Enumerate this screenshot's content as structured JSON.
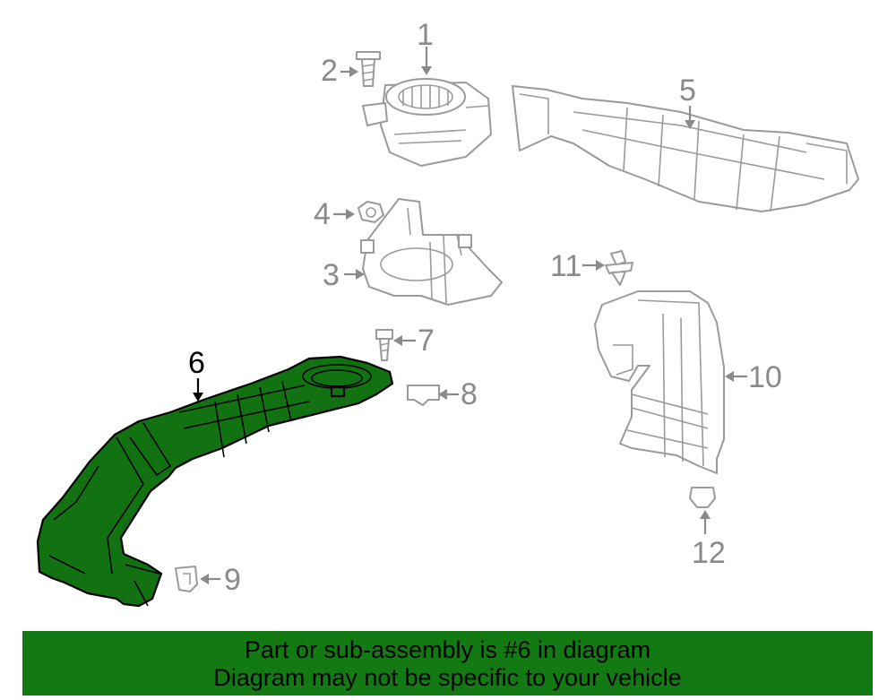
{
  "callouts": {
    "c1": "1",
    "c2": "2",
    "c3": "3",
    "c4": "4",
    "c5": "5",
    "c6": "6",
    "c7": "7",
    "c8": "8",
    "c9": "9",
    "c10": "10",
    "c11": "11",
    "c12": "12"
  },
  "highlighted_part": "6",
  "colors": {
    "highlight": "#137a13",
    "outline": "#9a9a9a"
  },
  "banner": {
    "line1": "Part or sub-assembly is #6 in diagram",
    "line2": "Diagram may not be specific to your vehicle"
  }
}
